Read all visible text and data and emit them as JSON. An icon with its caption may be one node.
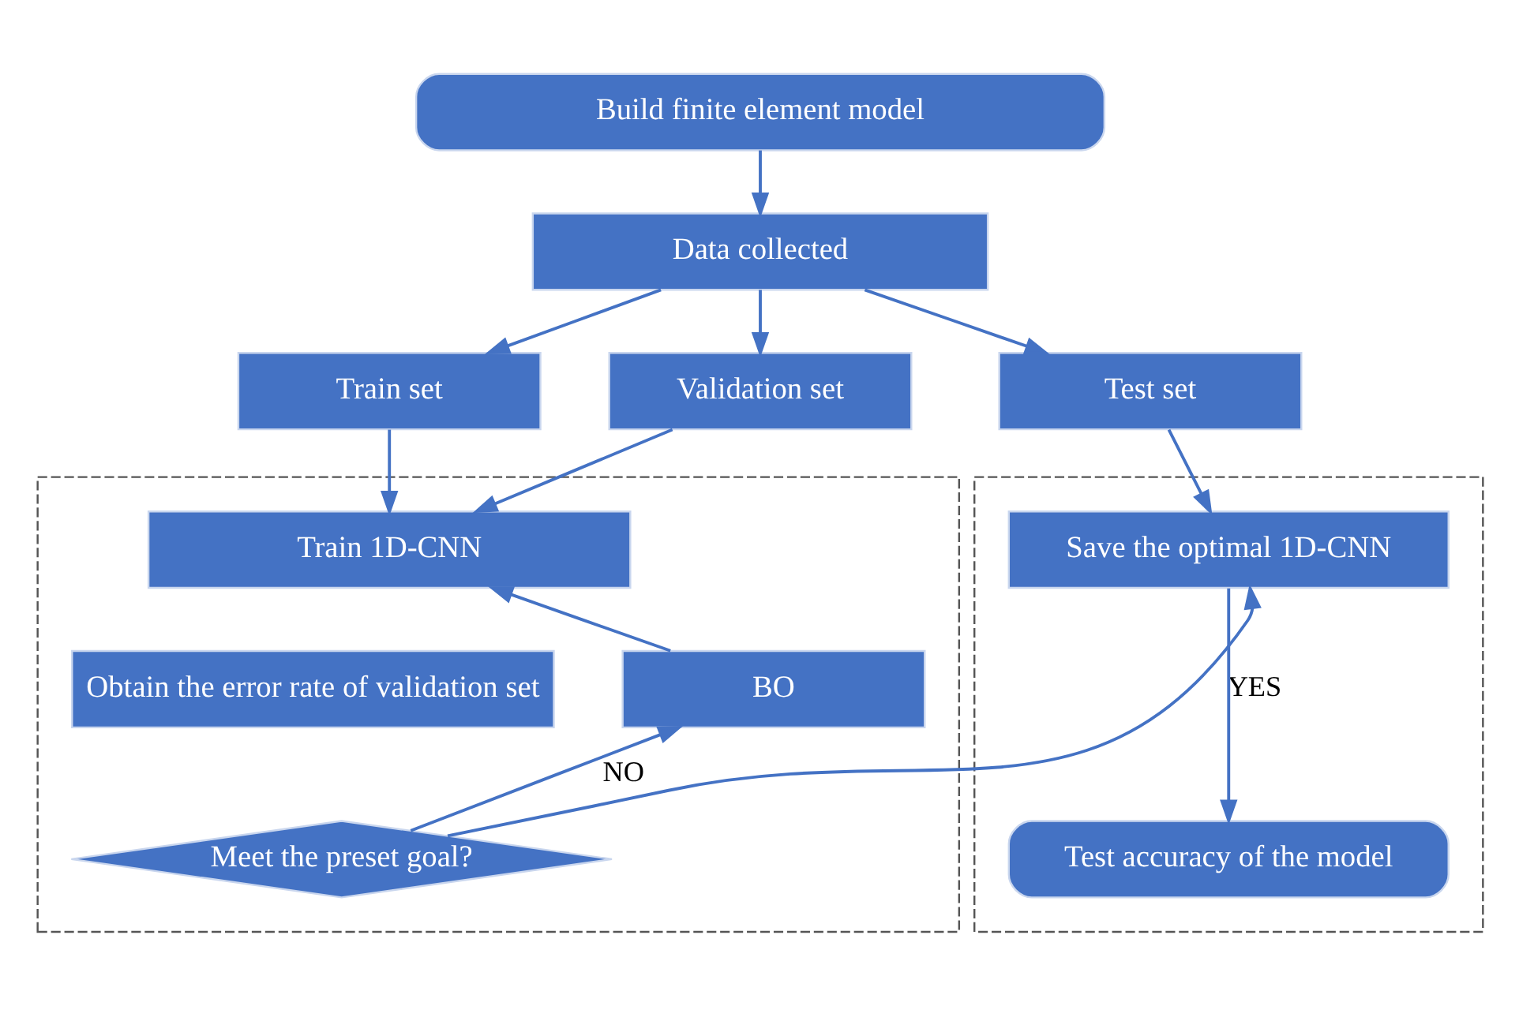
{
  "diagram": {
    "nodes": [
      {
        "text": [
          "Build finite element model"
        ]
      },
      {
        "text": [
          "Data collected"
        ]
      },
      {
        "text": [
          "Train set"
        ]
      },
      {
        "text": [
          "Validation set"
        ]
      },
      {
        "text": [
          "Test set"
        ]
      },
      {
        "text": [],
        "shape": "box"
      },
      {
        "text": [
          "Train 1D-CNN"
        ],
        "in": 5
      },
      {
        "text": [
          "Obtain the error rate of validation set"
        ],
        "in": 5
      },
      {
        "text": [
          "BO"
        ],
        "in": 5
      },
      {
        "text": [
          "Meet the preset goal?"
        ],
        "in": 5
      },
      {
        "text": [],
        "shape": "box"
      },
      {
        "text": [
          "Save the optimal 1D-CNN"
        ],
        "in": 10
      },
      {
        "text": [
          "Test accuracy of the model"
        ],
        "in": 10
      }
    ],
    "edges": [
      {
        "from": 0,
        "to": 1,
        "arrow": "to"
      },
      {
        "from": 1,
        "to": 2,
        "arrow": "to"
      },
      {
        "from": 1,
        "to": 3,
        "arrow": "to"
      },
      {
        "from": 1,
        "to": 4,
        "arrow": "to"
      },
      {
        "from": 2,
        "to": 6,
        "arrow": "to"
      },
      {
        "from": 3,
        "to": 6,
        "arrow": "to"
      },
      {
        "from": 4,
        "to": 11,
        "arrow": "to"
      },
      {
        "from": 9,
        "to": 8,
        "arrow": "to",
        "label": "NO"
      },
      {
        "from": 8,
        "to": 6,
        "arrow": "to"
      },
      {
        "from": 9,
        "to": 11,
        "arrow": "to",
        "label": "YES"
      },
      {
        "from": 11,
        "to": 12,
        "arrow": "to"
      }
    ]
  }
}
